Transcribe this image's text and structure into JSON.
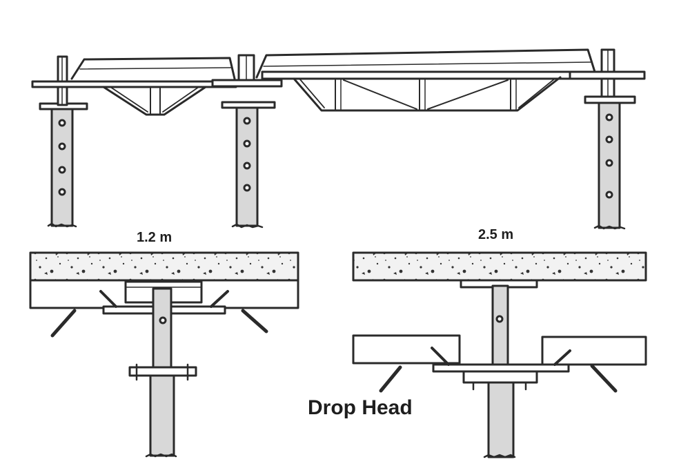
{
  "labels": {
    "span_short": "1.2 m",
    "span_long": "2.5 m",
    "caption": "Drop Head"
  },
  "colors": {
    "ink": "#2a2a2a",
    "prop_fill": "#d8d8d8",
    "paper": "#ffffff"
  }
}
